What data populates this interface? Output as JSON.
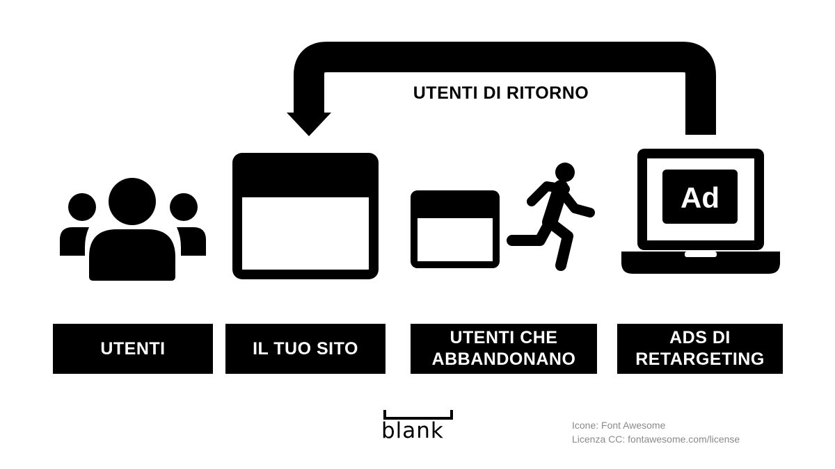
{
  "loop_label": "UTENTI DI RITORNO",
  "steps": [
    {
      "label": "UTENTI"
    },
    {
      "label": "IL TUO SITO"
    },
    {
      "label": "UTENTI CHE\nABBANDONANO"
    },
    {
      "label": "ADS DI\nRETARGETING"
    }
  ],
  "ad_badge": "Ad",
  "brand": "blank",
  "credits": {
    "line1": "Icone: Font Awesome",
    "line2": "Licenza CC: fontawesome.com/license"
  },
  "icons": [
    "users-icon",
    "browser-window-icon",
    "small-browser-window-icon",
    "running-person-icon",
    "laptop-ad-icon",
    "return-arrow-icon"
  ],
  "colors": {
    "ink": "#000000",
    "background": "#ffffff",
    "credit_text": "#8a8a8a"
  }
}
